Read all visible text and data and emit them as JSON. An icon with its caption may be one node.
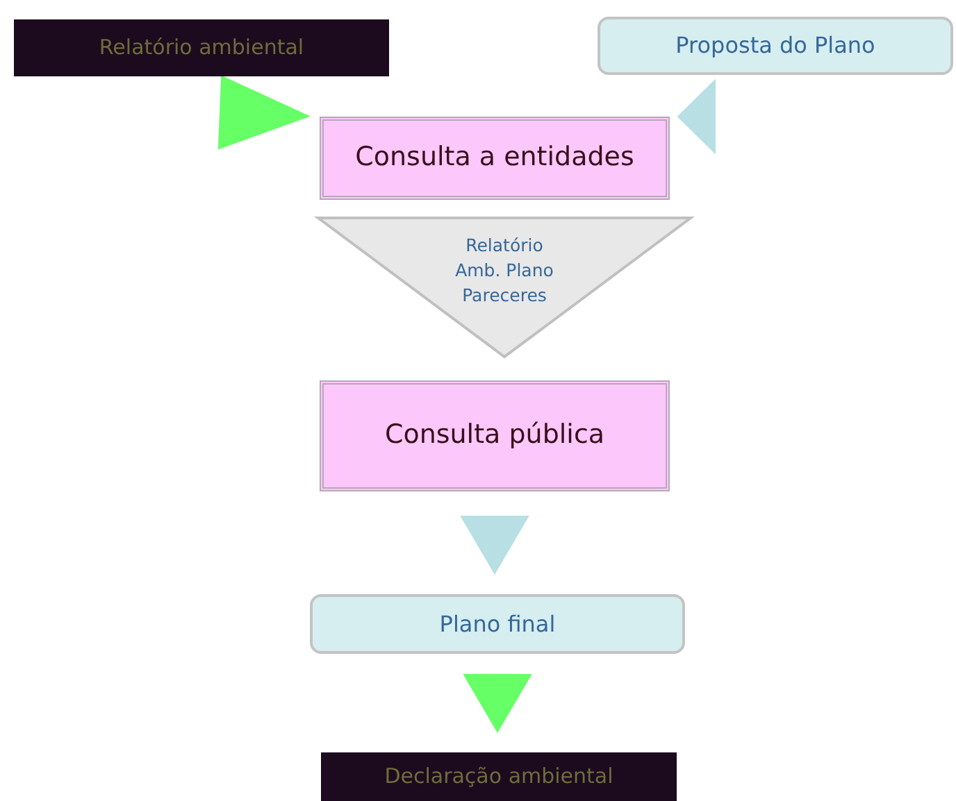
{
  "diagram": {
    "nodes": [
      {
        "text": [
          "Relatório ambiental"
        ]
      },
      {
        "text": [
          "Proposta do Plano"
        ]
      },
      {
        "text": [
          "Consulta a entidades"
        ]
      },
      {
        "text": [
          "Relatório Amb. Plano Pareceres"
        ]
      },
      {
        "text": [
          "Consulta pública"
        ]
      },
      {
        "text": [
          "Plano final"
        ]
      },
      {
        "text": [
          "Declaração ambiental"
        ]
      }
    ],
    "edges": [
      {
        "from": 0,
        "to": 2,
        "arrow": "to",
        "color": "#66ff66"
      },
      {
        "from": 1,
        "to": 2,
        "arrow": "to"
      },
      {
        "from": 4,
        "to": 5,
        "arrow": "to"
      },
      {
        "from": 5,
        "to": 6,
        "arrow": "to",
        "color": "#66ff66"
      }
    ]
  }
}
